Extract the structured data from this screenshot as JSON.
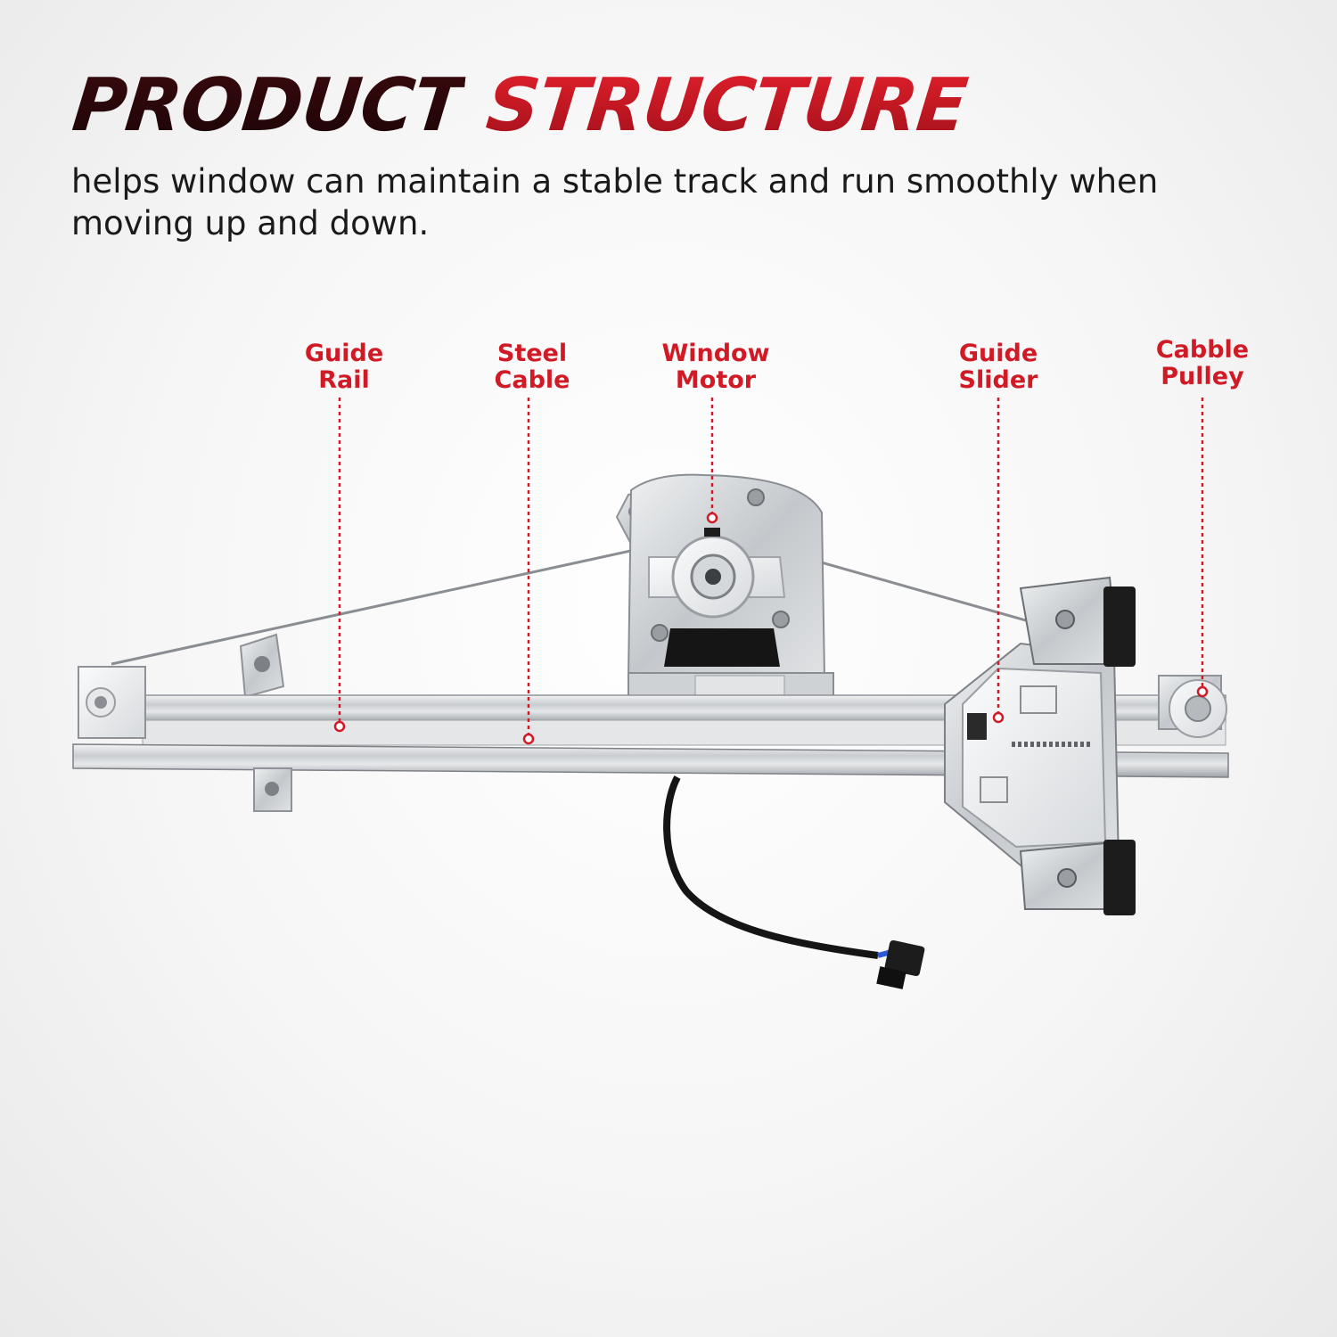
{
  "header": {
    "title_part1": "PRODUCT",
    "title_part2": "STRUCTURE",
    "subtitle": "helps window can maintain a stable track and run smoothly when moving up and down."
  },
  "callouts": [
    {
      "id": "guide-rail",
      "line1": "Guide",
      "line2": "Rail"
    },
    {
      "id": "steel-cable",
      "line1": "Steel",
      "line2": "Cable"
    },
    {
      "id": "window-motor",
      "line1": "Window",
      "line2": "Motor"
    },
    {
      "id": "guide-slider",
      "line1": "Guide",
      "line2": "Slider"
    },
    {
      "id": "cable-pulley",
      "line1": "Cabble",
      "line2": "Pulley"
    }
  ],
  "colors": {
    "accent": "#d01b27",
    "title_dark": "#2a070a",
    "metal": "#c9ccd0",
    "plastic": "#eceef0",
    "text": "#1a1a1a"
  }
}
